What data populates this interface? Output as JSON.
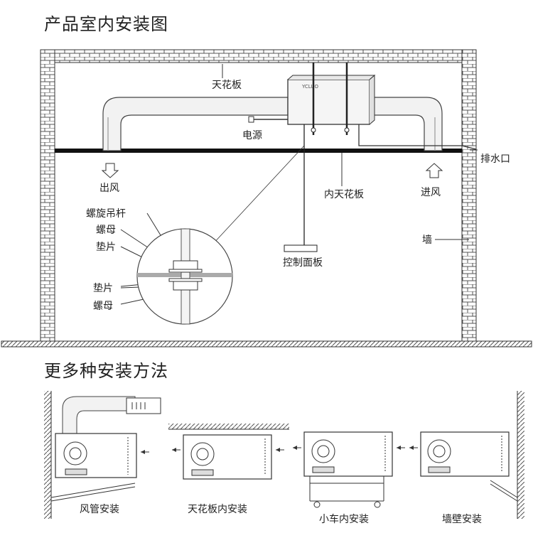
{
  "titles": {
    "main": "产品室内安装图",
    "more": "更多种安装方法"
  },
  "labels": {
    "ceiling": "天花板",
    "power": "电源",
    "outlet": "出风",
    "inner_ceiling": "内天花板",
    "inlet": "进风",
    "drain": "排水口",
    "screw_rod": "螺旋吊杆",
    "nut_top": "螺母",
    "washer_top": "垫片",
    "washer_bottom": "垫片",
    "nut_bottom": "螺母",
    "control_panel": "控制面板",
    "wall": "墙"
  },
  "methods": [
    {
      "caption": "风管安装"
    },
    {
      "caption": "天花板内安装"
    },
    {
      "caption": "小车内安装"
    },
    {
      "caption": "墙壁安装"
    }
  ],
  "unit_brand": "YCLUO"
}
